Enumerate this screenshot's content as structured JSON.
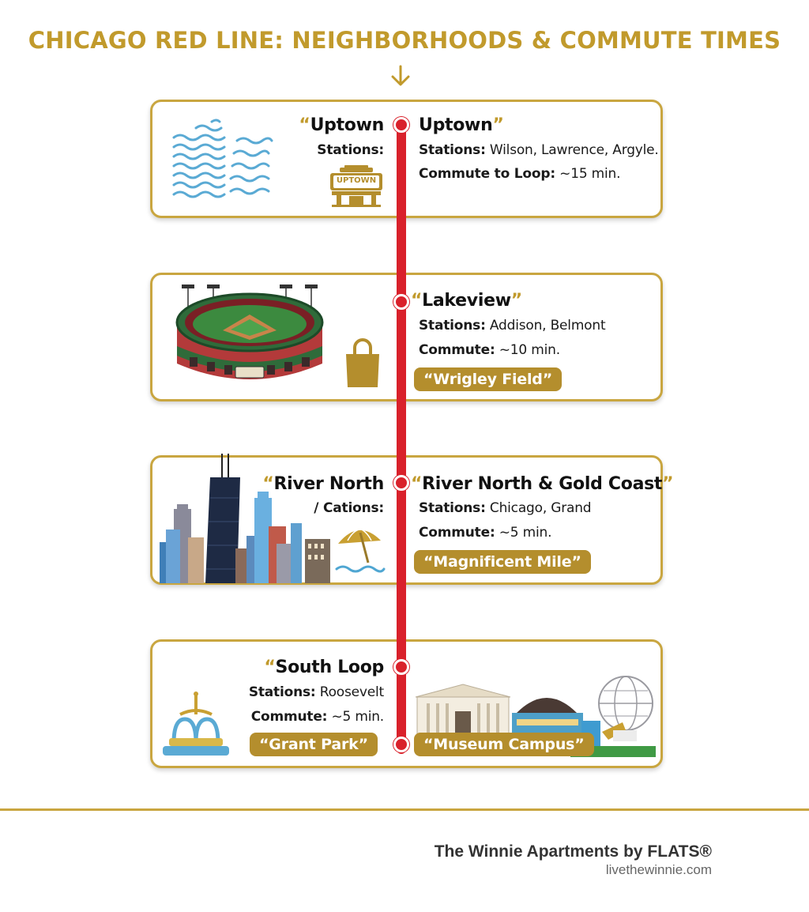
{
  "title": "CHICAGO RED LINE: NEIGHBORHOODS & COMMUTE TIMES",
  "colors": {
    "gold": "#c19a2c",
    "red_line": "#d9212b",
    "border": "#c9a640"
  },
  "stops": [
    {
      "left_name": "Uptown",
      "left_sub": "Stations:",
      "left_sign": "UPTOWN",
      "name": "Uptown",
      "stations_label": "Stations:",
      "stations_value": " Wilson, Lawrence, Argyle.",
      "commute_label": "Commute to Loop:",
      "commute_value": " ~15 min."
    },
    {
      "name": "Lakeview",
      "stations_label": "Stations:",
      "stations_value": " Addison, Belmont",
      "commute_label": "Commute:",
      "commute_value": " ~10 min.",
      "tag": "Wrigley Field"
    },
    {
      "left_name": "River North",
      "left_sub": "/ Cations:",
      "name": "River North & Gold Coast",
      "stations_label": "Stations:",
      "stations_value": " Chicago, Grand",
      "commute_label": "Commute:",
      "commute_value": " ~5 min.",
      "tag": "Magnificent Mile"
    },
    {
      "left_name": "South Loop",
      "stations_label": "Stations:",
      "stations_value": " Roosevelt",
      "commute_label": "Commute:",
      "commute_value": " ~5 min.",
      "left_tag": "Grant Park",
      "tag": "Museum Campus"
    }
  ],
  "footer": {
    "brand": "The Winnie Apartments by FLATS®",
    "site": "livethewinnie.com"
  }
}
